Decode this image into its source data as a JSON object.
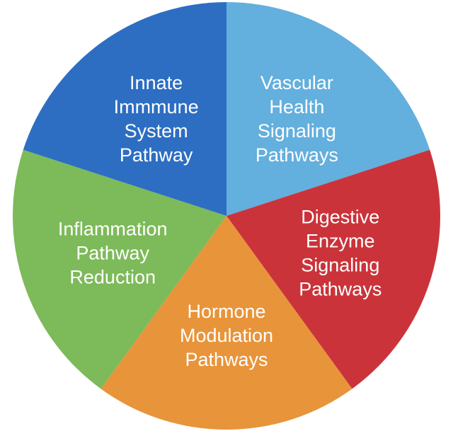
{
  "chart_data": {
    "type": "pie",
    "title": "",
    "segments": [
      {
        "lines": [
          "Vascular",
          "Health",
          "Signaling",
          "Pathways"
        ],
        "value": 20,
        "color": "#63AFDD"
      },
      {
        "lines": [
          "Digestive",
          "Enzyme",
          "Signaling",
          "Pathways"
        ],
        "value": 20,
        "color": "#CB333A"
      },
      {
        "lines": [
          "Hormone",
          "Modulation",
          "Pathways"
        ],
        "value": 20,
        "color": "#E8943A"
      },
      {
        "lines": [
          "Inflammation",
          "Pathway",
          "Reduction"
        ],
        "value": 20,
        "color": "#7DBA5A"
      },
      {
        "lines": [
          "Innate",
          "Immmune",
          "System",
          "Pathway"
        ],
        "value": 20,
        "color": "#2D6EC3"
      }
    ]
  }
}
